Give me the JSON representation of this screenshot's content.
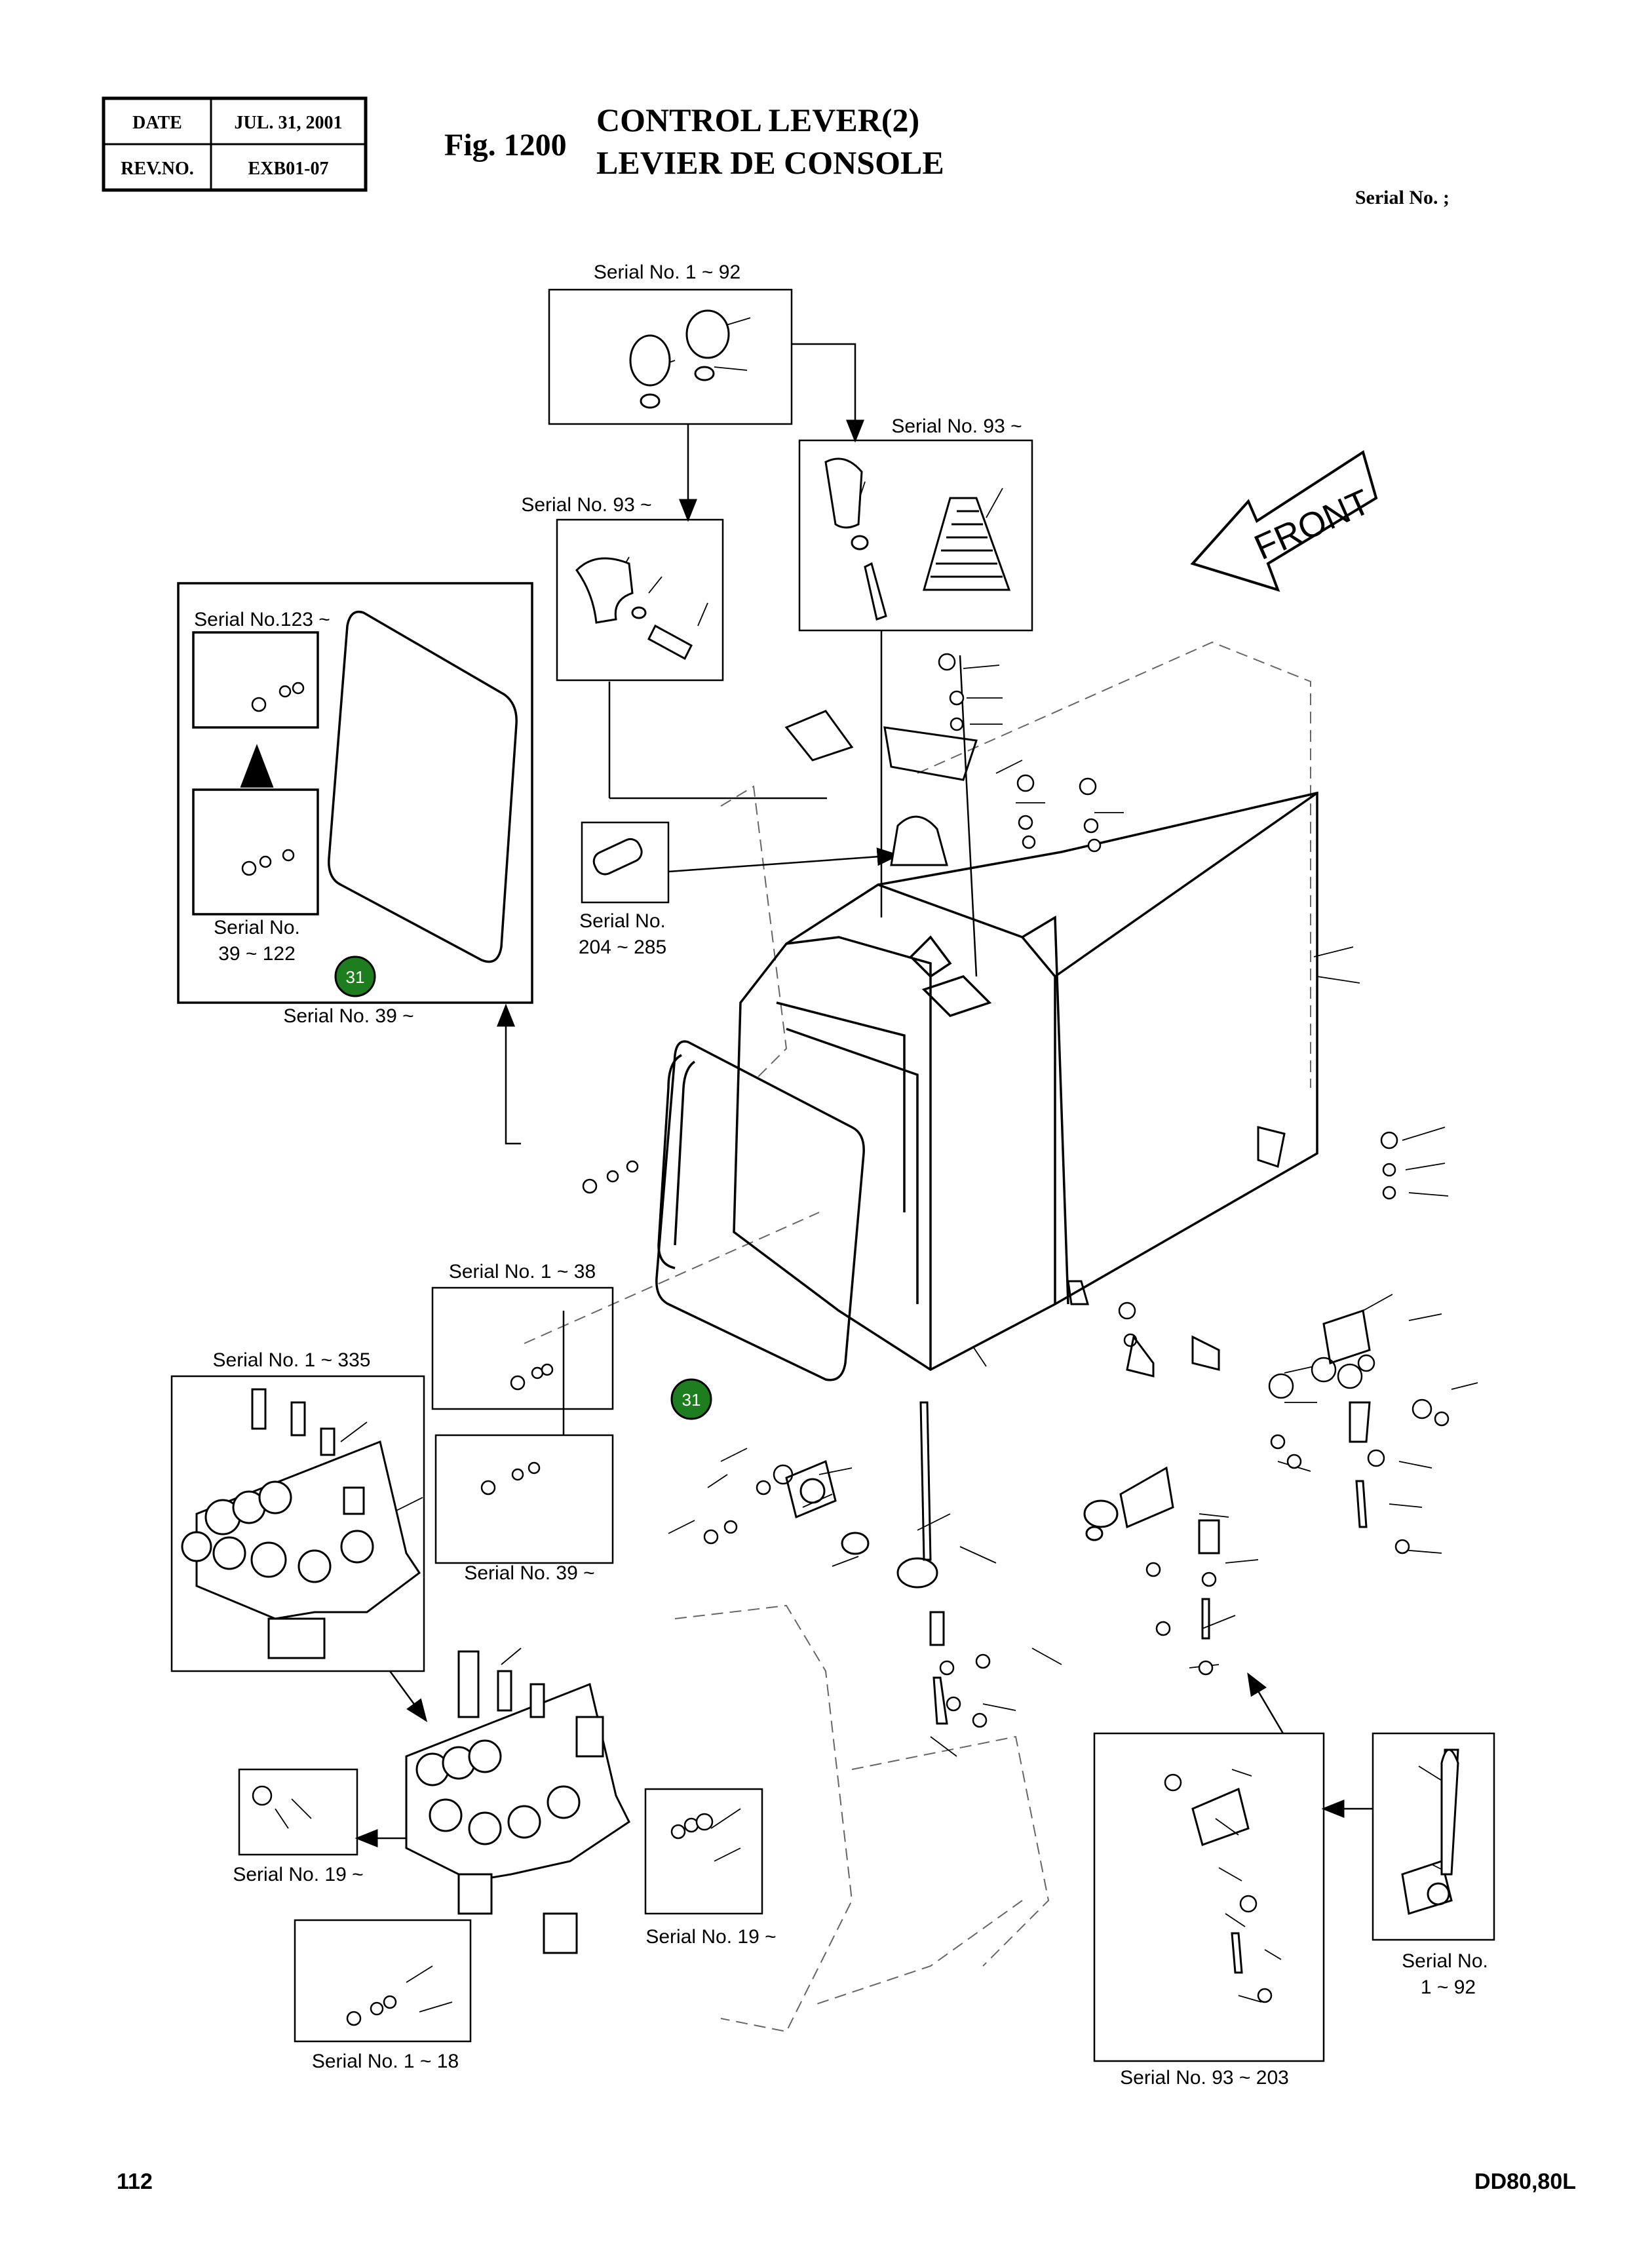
{
  "header": {
    "date_label": "DATE",
    "date_value": "JUL. 31, 2001",
    "rev_label": "REV.NO.",
    "rev_value": "EXB01-07",
    "fig_label": "Fig. 1200",
    "title_en": "CONTROL LEVER(2)",
    "title_fr": "LEVIER DE CONSOLE",
    "serial_note": "Serial No. ;"
  },
  "front_arrow": {
    "label": "FRONT"
  },
  "callouts": [
    {
      "text": "Serial No. 1 ~ 92"
    },
    {
      "text": "Serial No. 93 ~"
    },
    {
      "text": "Serial No. 93 ~"
    },
    {
      "text": "Serial No.123 ~"
    },
    {
      "text": "Serial No."
    },
    {
      "text": "39 ~ 122"
    },
    {
      "text": "Serial No. 39 ~"
    },
    {
      "text": "Serial No."
    },
    {
      "text": "204 ~ 285"
    },
    {
      "text": "Serial No. 1 ~ 38"
    },
    {
      "text": "Serial No. 39 ~"
    },
    {
      "text": "Serial No. 1 ~ 335"
    },
    {
      "text": "Serial No. 19 ~"
    },
    {
      "text": "Serial No. 19 ~"
    },
    {
      "text": "Serial No. 1 ~ 18"
    },
    {
      "text": "Serial No."
    },
    {
      "text": "1 ~ 92"
    },
    {
      "text": "Serial No. 93 ~ 203"
    }
  ],
  "badges": [
    {
      "text": "31"
    },
    {
      "text": "31"
    }
  ],
  "footer": {
    "page_number": "112",
    "model": "DD80,80L"
  },
  "colors": {
    "badge_fill": "#1e7d1e",
    "line": "#000000"
  }
}
